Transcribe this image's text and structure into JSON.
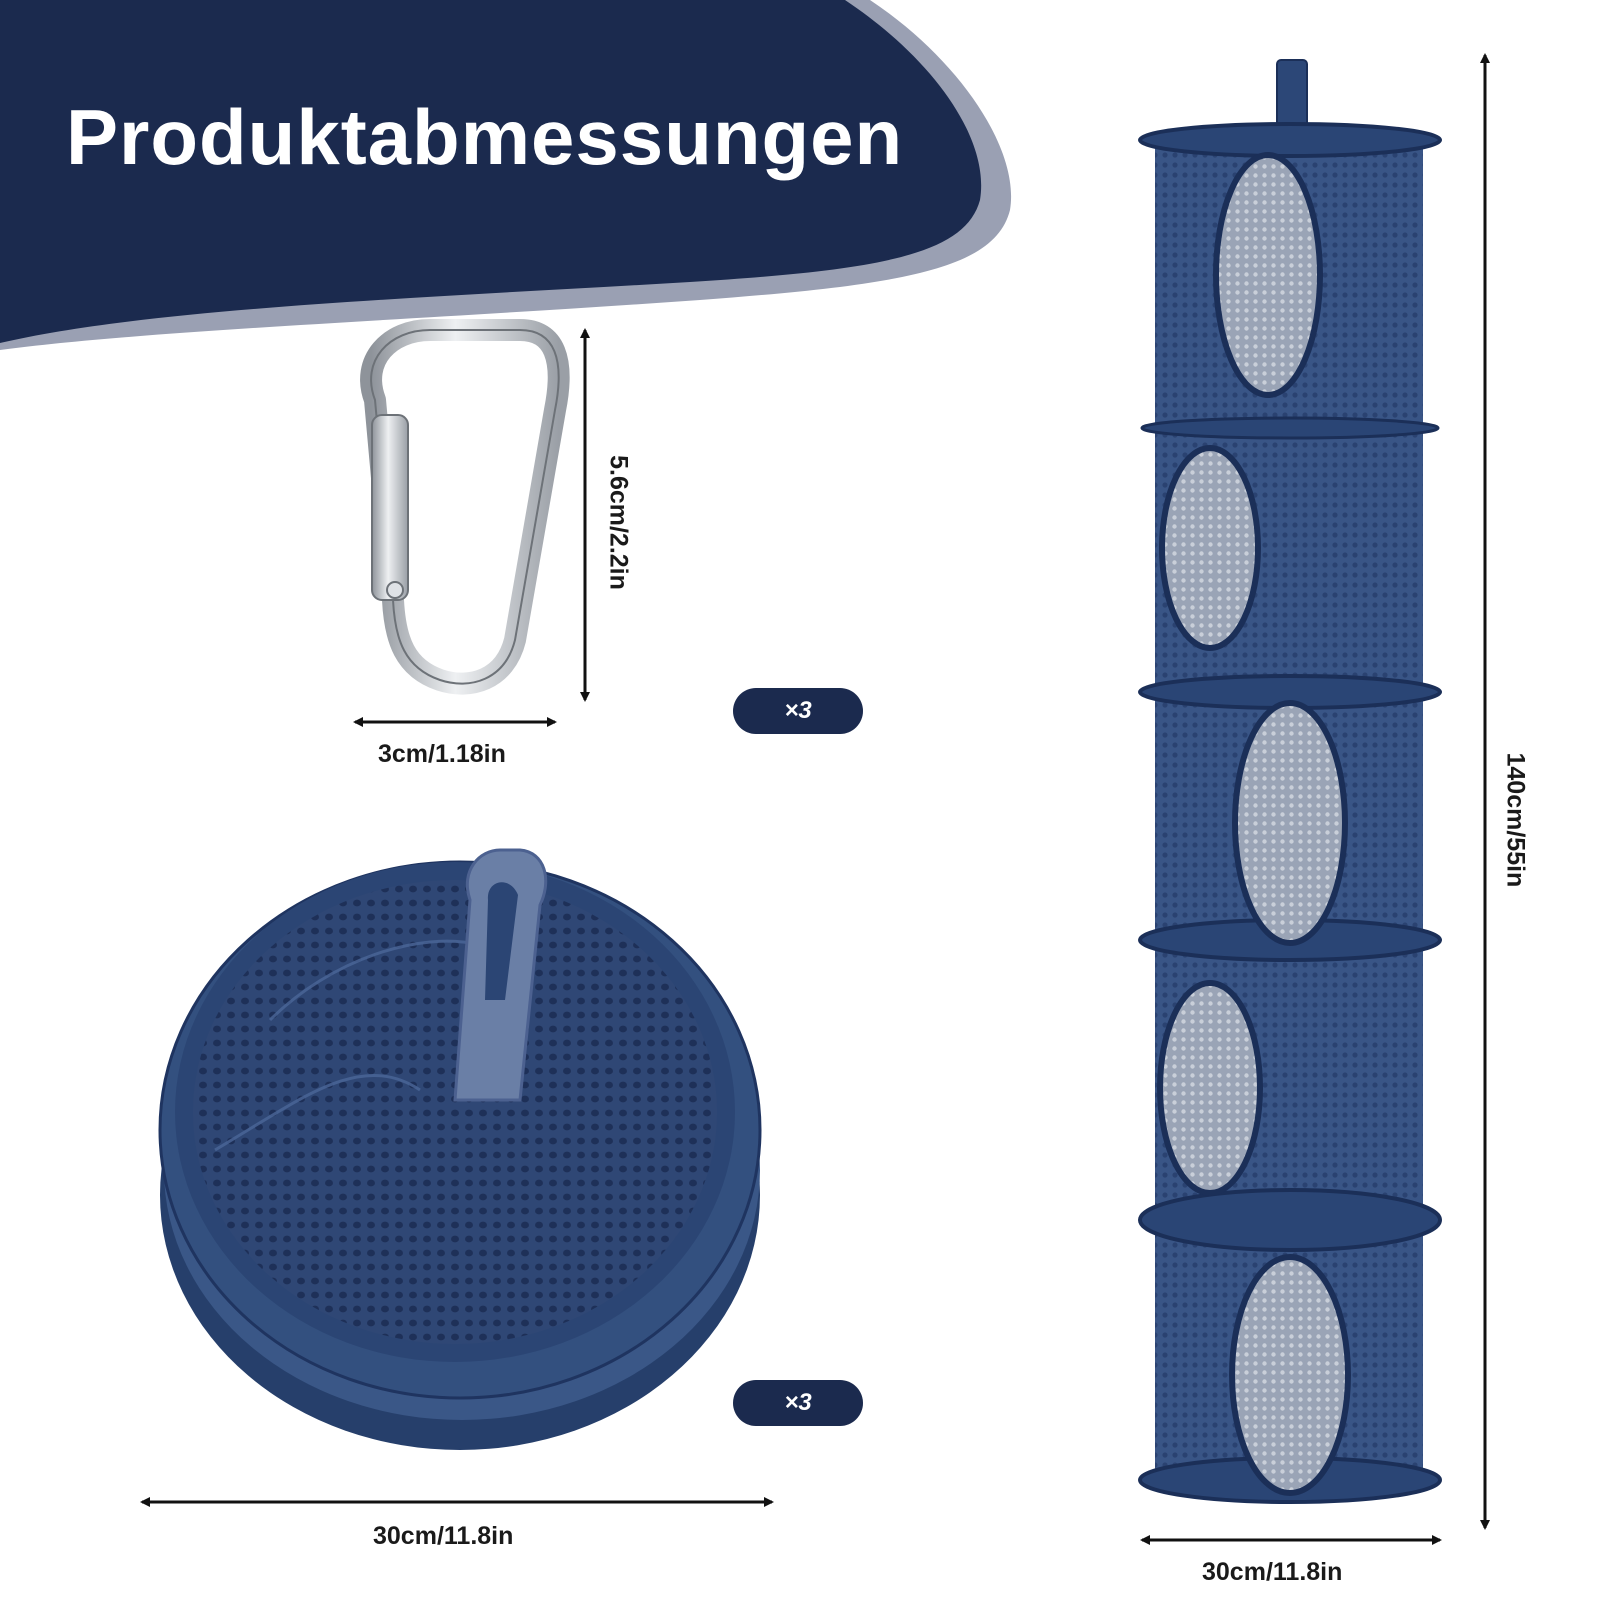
{
  "header": {
    "title": "Produktabmessungen"
  },
  "carabiner": {
    "height_label": "5.6cm/2.2in",
    "width_label": "3cm/1.18in",
    "quantity_label": "×3"
  },
  "folded_basket": {
    "diameter_label": "30cm/11.8in",
    "quantity_label": "×3"
  },
  "hanging_organizer": {
    "height_label": "140cm/55in",
    "width_label": "30cm/11.8in"
  },
  "colors": {
    "navy": "#1b2a4e",
    "banner_shadow": "#9aa0b3",
    "mesh": "#3d5a8a",
    "mesh_dark": "#233a66",
    "metal": "#b8bcc2"
  }
}
